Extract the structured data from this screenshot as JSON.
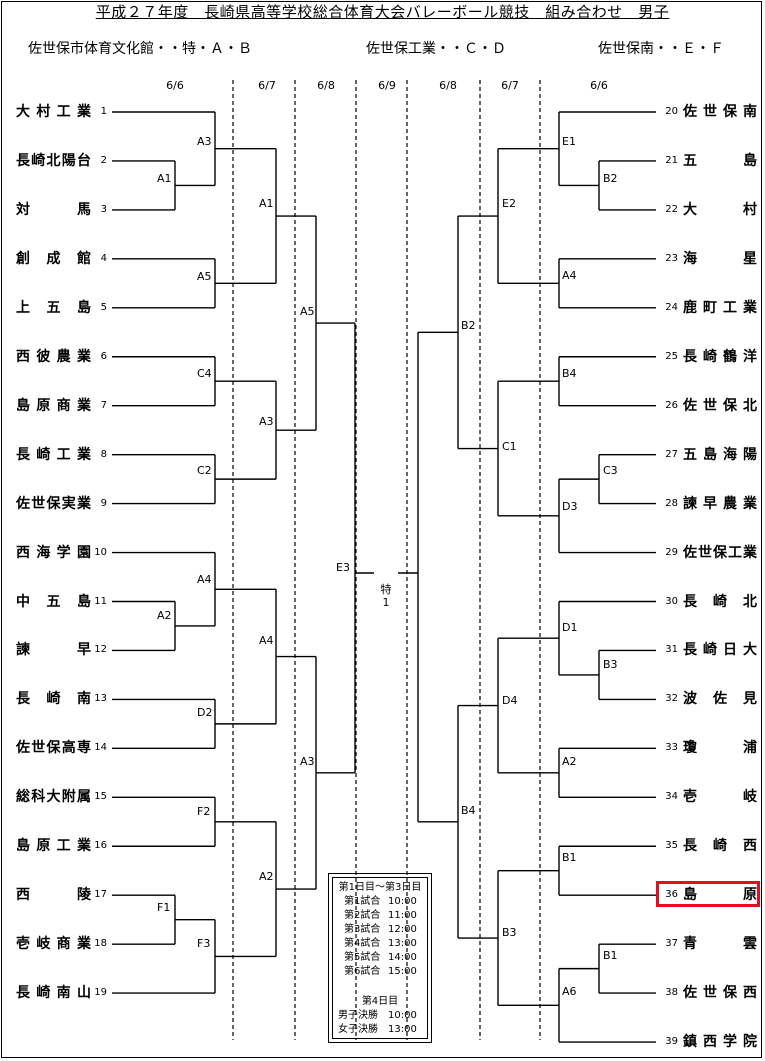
{
  "title": "平成２７年度　長崎県高等学校総合体育大会バレーボール競技　組み合わせ　男子",
  "venues": {
    "left": "佐世保市体育文化館・・特・Ａ・Ｂ",
    "center": "佐世保工業・・Ｃ・Ｄ",
    "right": "佐世保南・・Ｅ・Ｆ"
  },
  "dates": [
    "6/6",
    "6/7",
    "6/8",
    "6/9",
    "6/8",
    "6/7",
    "6/6"
  ],
  "teams_left": [
    {
      "num": "1",
      "name": "大村工業"
    },
    {
      "num": "2",
      "name": "長崎北陽台"
    },
    {
      "num": "3",
      "name": "対馬"
    },
    {
      "num": "4",
      "name": "創成館"
    },
    {
      "num": "5",
      "name": "上五島"
    },
    {
      "num": "6",
      "name": "西彼農業"
    },
    {
      "num": "7",
      "name": "島原商業"
    },
    {
      "num": "8",
      "name": "長崎工業"
    },
    {
      "num": "9",
      "name": "佐世保実業"
    },
    {
      "num": "10",
      "name": "西海学園"
    },
    {
      "num": "11",
      "name": "中五島"
    },
    {
      "num": "12",
      "name": "諫早"
    },
    {
      "num": "13",
      "name": "長崎南"
    },
    {
      "num": "14",
      "name": "佐世保高専"
    },
    {
      "num": "15",
      "name": "総科大附属"
    },
    {
      "num": "16",
      "name": "島原工業"
    },
    {
      "num": "17",
      "name": "西陵"
    },
    {
      "num": "18",
      "name": "壱岐商業"
    },
    {
      "num": "19",
      "name": "長崎南山"
    }
  ],
  "teams_right": [
    {
      "num": "20",
      "name": "佐世保南"
    },
    {
      "num": "21",
      "name": "五島"
    },
    {
      "num": "22",
      "name": "大村"
    },
    {
      "num": "23",
      "name": "海星"
    },
    {
      "num": "24",
      "name": "鹿町工業"
    },
    {
      "num": "25",
      "name": "長崎鶴洋"
    },
    {
      "num": "26",
      "name": "佐世保北"
    },
    {
      "num": "27",
      "name": "五島海陽"
    },
    {
      "num": "28",
      "name": "諫早農業"
    },
    {
      "num": "29",
      "name": "佐世保工業"
    },
    {
      "num": "30",
      "name": "長崎北"
    },
    {
      "num": "31",
      "name": "長崎日大"
    },
    {
      "num": "32",
      "name": "波佐見"
    },
    {
      "num": "33",
      "name": "瓊浦"
    },
    {
      "num": "34",
      "name": "壱岐"
    },
    {
      "num": "35",
      "name": "長崎西"
    },
    {
      "num": "36",
      "name": "島原"
    },
    {
      "num": "37",
      "name": "青雲"
    },
    {
      "num": "38",
      "name": "佐世保西"
    },
    {
      "num": "39",
      "name": "鎮西学院"
    }
  ],
  "highlighted_team": "36",
  "match_labels": [
    "A1",
    "A3",
    "A5",
    "C4",
    "A3",
    "C2",
    "A4",
    "A2",
    "A4",
    "D2",
    "F2",
    "F1",
    "F3",
    "A2",
    "A1",
    "A3",
    "A5",
    "E3",
    "E1",
    "B2",
    "E2",
    "A4",
    "B2",
    "B4",
    "C1",
    "C3",
    "D3",
    "D1",
    "B3",
    "D4",
    "A2",
    "B4",
    "B1",
    "B1",
    "B3",
    "A6"
  ],
  "final_label": "特\n1",
  "final_label_parts": [
    "特",
    "1"
  ],
  "schedule": {
    "heading1": "第1日目〜第3日目",
    "rows1": [
      {
        "label": "第1試合",
        "time": "10:00"
      },
      {
        "label": "第2試合",
        "time": "11:00"
      },
      {
        "label": "第3試合",
        "time": "12:00"
      },
      {
        "label": "第4試合",
        "time": "13:00"
      },
      {
        "label": "第5試合",
        "time": "14:00"
      },
      {
        "label": "第6試合",
        "time": "15:00"
      }
    ],
    "heading2": "第4日目",
    "rows2": [
      {
        "label": "男子決勝",
        "time": "10:00"
      },
      {
        "label": "女子決勝",
        "time": "13:00"
      }
    ]
  }
}
